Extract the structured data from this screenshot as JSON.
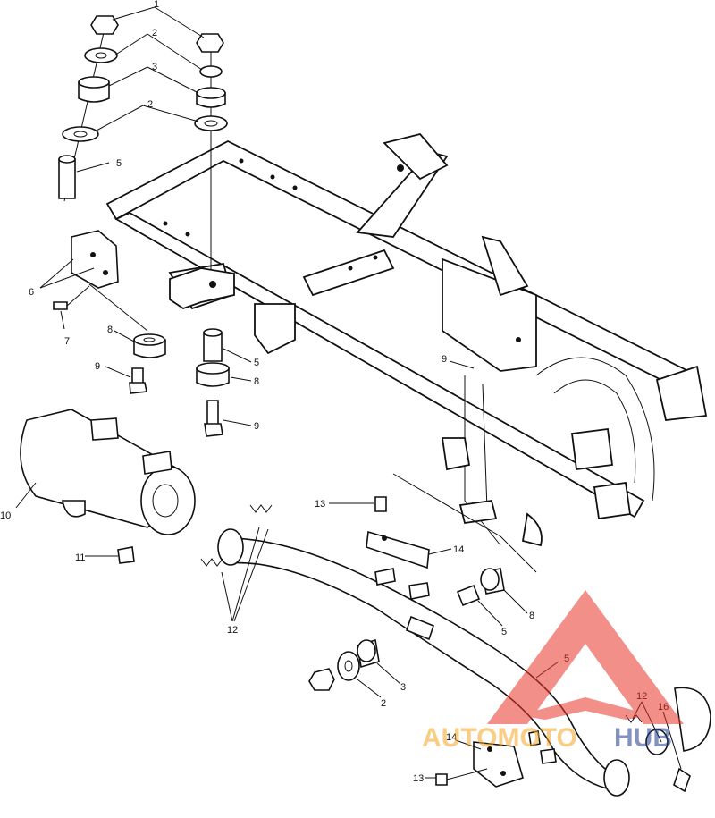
{
  "callouts": {
    "c1": "1",
    "c2a": "2",
    "c3a": "3",
    "c2b": "2",
    "c5a": "5",
    "c6": "6",
    "c7": "7",
    "c8a": "8",
    "c9a": "9",
    "c5b": "5",
    "c8b": "8",
    "c9b": "9",
    "c9c": "9",
    "c10": "10",
    "c11": "11",
    "c12a": "12",
    "c13a": "13",
    "c14a": "14",
    "c8c": "8",
    "c5c": "5",
    "c5d": "5",
    "c2c": "2",
    "c3b": "3",
    "c12b": "12",
    "c16": "16",
    "c14b": "14",
    "c13b": "13"
  },
  "watermark": {
    "brand_part1": "AUTOMOTO",
    "brand_part2": "HUB",
    "color_primary": "#e8342a",
    "color_secondary": "#f5a623",
    "color_tertiary": "#1f3a8a"
  }
}
